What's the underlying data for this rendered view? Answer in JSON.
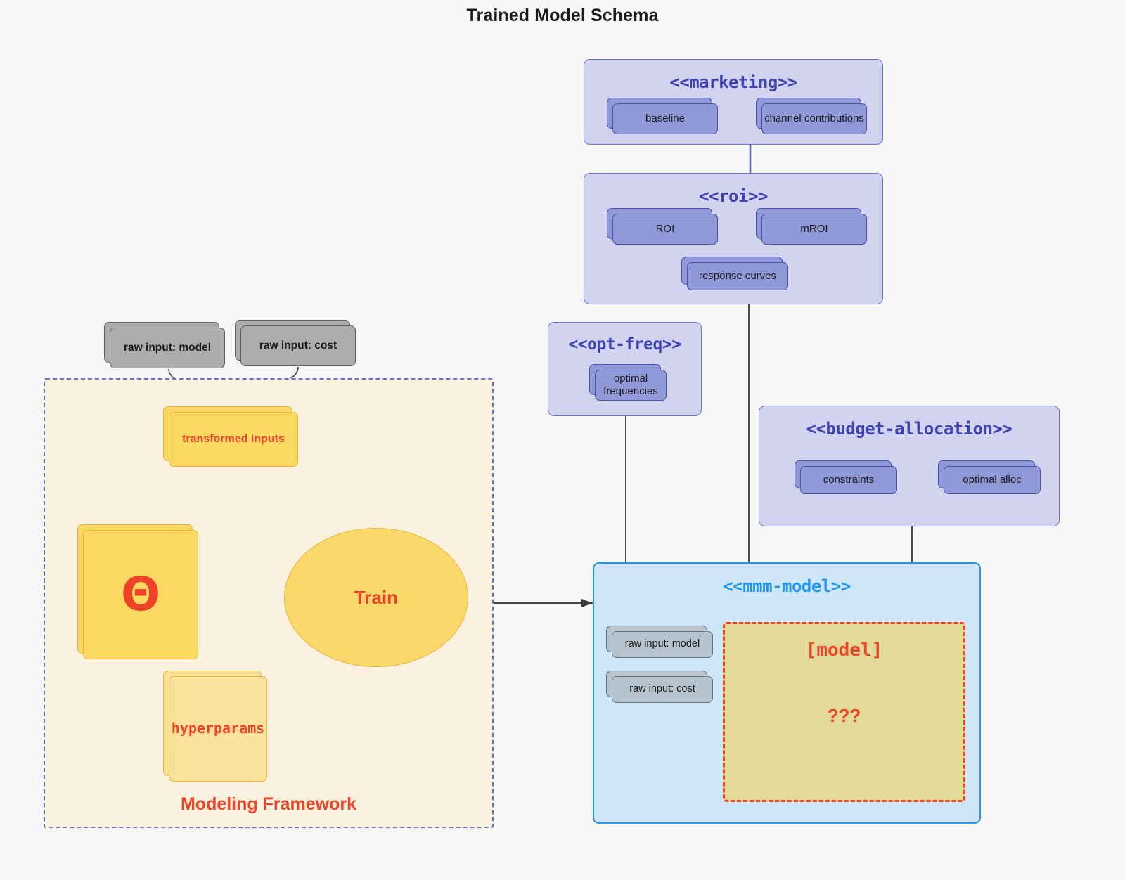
{
  "title": "Trained Model Schema",
  "colors": {
    "background": "#f7f7f7",
    "package_fill": "#d2d4ef",
    "package_border": "#6b6fc4",
    "package_title": "#3f44b5",
    "node_fill": "#9099d8",
    "node_border": "#4a50ab",
    "mmm_fill": "#cfe5f8",
    "mmm_border": "#2196f3",
    "mmm_title": "#2196f3",
    "framework_fill": "#faf1df",
    "framework_border": "#6b6fc4",
    "yellow_fill": "#fbd862",
    "yellow_border": "#e8b53a",
    "accent_red": "#ed4326",
    "model_box_fill": "#e3da9a",
    "model_box_border": "#f0441f",
    "gray_fill": "#adadad",
    "gray_border": "#5f5f5f"
  },
  "packages": {
    "marketing": {
      "title": "<<marketing>>",
      "nodes": [
        {
          "label": "baseline"
        },
        {
          "label": "channel contributions"
        }
      ]
    },
    "roi": {
      "title": "<<roi>>",
      "nodes": [
        {
          "label": "ROI"
        },
        {
          "label": "mROI"
        },
        {
          "label": "response curves"
        }
      ]
    },
    "opt_freq": {
      "title": "<<opt-freq>>",
      "nodes": [
        {
          "label": "optimal\nfrequencies",
          "line1": "optimal",
          "line2": "frequencies"
        }
      ]
    },
    "budget_allocation": {
      "title": "<<budget-allocation>>",
      "nodes": [
        {
          "label": "constraints"
        },
        {
          "label": "optimal alloc"
        }
      ]
    },
    "mmm_model": {
      "title": "<<mmm-model>>",
      "nodes": [
        {
          "label": "raw input: model"
        },
        {
          "label": "raw input: cost"
        }
      ],
      "model_box": {
        "title": "[model]",
        "unknown": "???"
      }
    }
  },
  "framework": {
    "label": "Modeling Framework",
    "raw_inputs": [
      {
        "label": "raw input: model"
      },
      {
        "label": "raw input: cost"
      }
    ],
    "transformed_inputs": {
      "label": "transformed inputs"
    },
    "theta": {
      "label": "Θ"
    },
    "hyperparams": {
      "label": "hyperparams"
    },
    "train": {
      "label": "Train"
    }
  }
}
